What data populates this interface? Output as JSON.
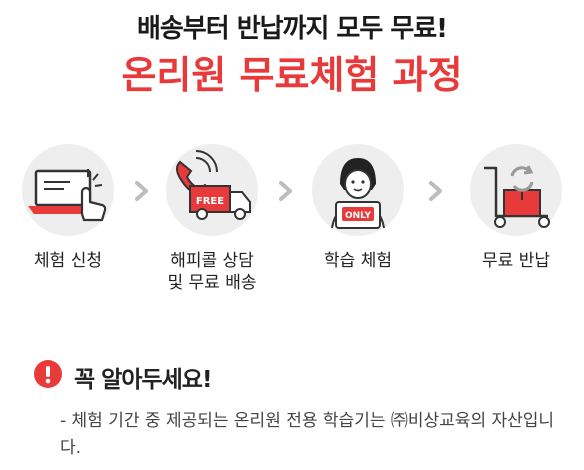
{
  "header": {
    "line1": "배송부터 반납까지 모두 무료!",
    "line2": "온리원 무료체험 과정"
  },
  "steps": [
    {
      "icon": "laptop-click-icon",
      "label_line1": "체험 신청",
      "label_line2": ""
    },
    {
      "icon": "phone-free-truck-icon",
      "label_line1": "해피콜 상담",
      "label_line2": "및 무료 배송",
      "badge": "FREE"
    },
    {
      "icon": "person-tablet-icon",
      "label_line1": "학습 체험",
      "label_line2": "",
      "badge": "ONLY"
    },
    {
      "icon": "cart-box-return-icon",
      "label_line1": "무료 반납",
      "label_line2": ""
    }
  ],
  "notice": {
    "icon": "exclamation-icon",
    "title": "꼭 알아두세요!",
    "text": "- 체험 기간 중 제공되는 온리원 전용 학습기는 ㈜비상교육의 자산입니다."
  },
  "colors": {
    "accent": "#e83a3a",
    "circle": "#eeeeee",
    "arrow": "#bdbdbd"
  }
}
